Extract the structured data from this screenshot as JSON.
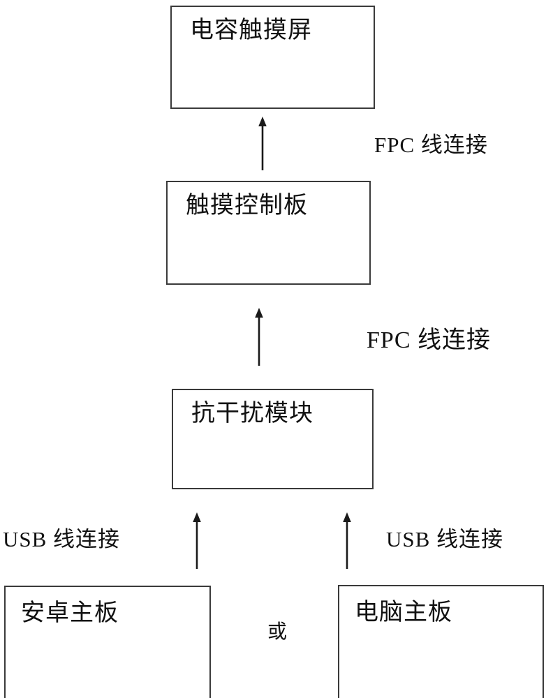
{
  "diagram": {
    "title_text": "",
    "stroke_color": "#3a3a3a",
    "text_color": "#111111",
    "background_color": "#ffffff",
    "nodes": [
      {
        "id": "capacitive-touch-screen",
        "label": "电容触摸屏"
      },
      {
        "id": "touch-control-board",
        "label": "触摸控制板"
      },
      {
        "id": "anti-interference-module",
        "label": "抗干扰模块"
      },
      {
        "id": "android-motherboard",
        "label": "安卓主板"
      },
      {
        "id": "computer-motherboard",
        "label": "电脑主板"
      }
    ],
    "connector_labels": [
      {
        "id": "fpc-upper",
        "label": "FPC 线连接"
      },
      {
        "id": "fpc-lower",
        "label": "FPC 线连接"
      },
      {
        "id": "usb-left",
        "label": "USB 线连接"
      },
      {
        "id": "usb-right",
        "label": "USB 线连接"
      }
    ],
    "alternative_label": "或",
    "arrows": [
      {
        "id": "arrow-control-to-screen",
        "direction": "up"
      },
      {
        "id": "arrow-module-to-control",
        "direction": "up"
      },
      {
        "id": "arrow-android-to-module",
        "direction": "up"
      },
      {
        "id": "arrow-computer-to-module",
        "direction": "up"
      }
    ]
  }
}
